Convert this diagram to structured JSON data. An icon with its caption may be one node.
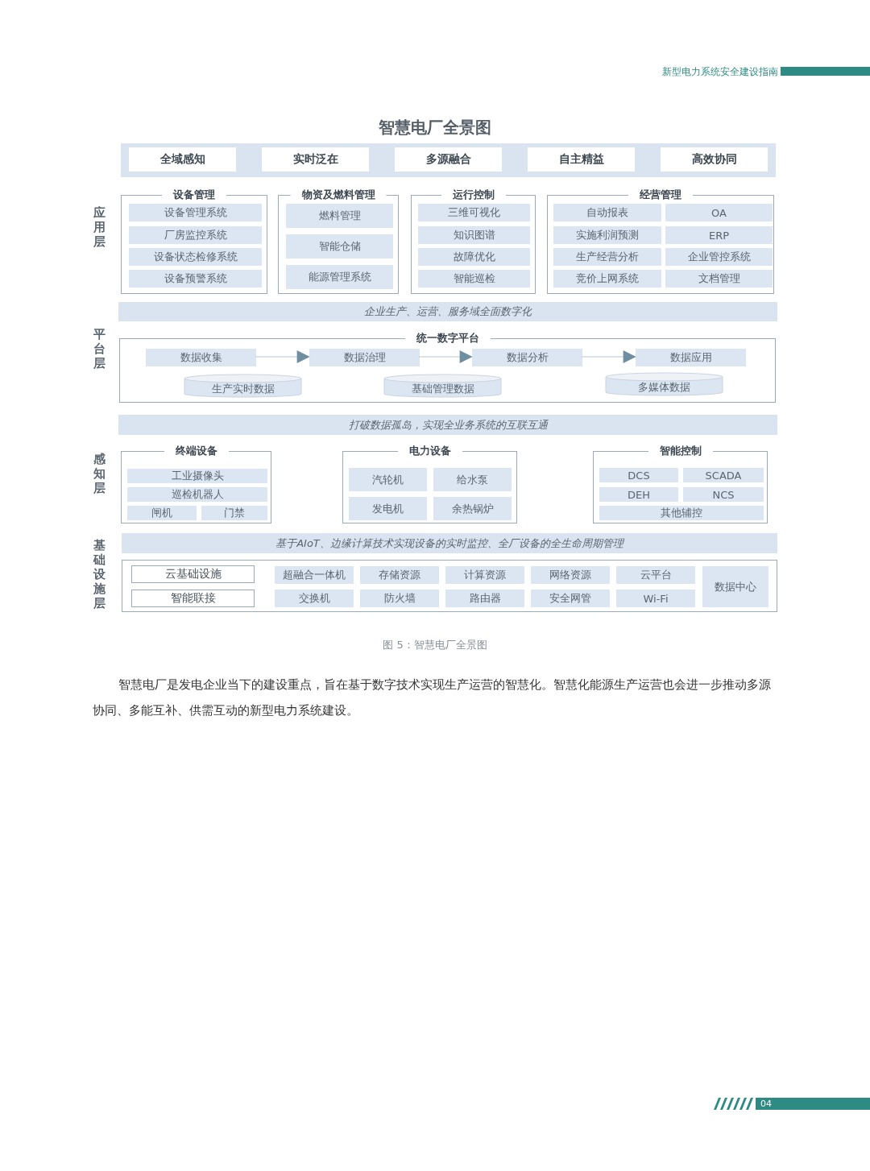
{
  "diagram": {
    "title": "智慧电厂全景图",
    "caption": "图 5：智慧电厂全景图",
    "nodes": [
      {
        "text": [],
        "shape": "bar"
      },
      {
        "text": [
          "全域感知"
        ],
        "in": 0
      },
      {
        "text": [
          "实时泛在"
        ],
        "in": 0
      },
      {
        "text": [
          "多源融合"
        ],
        "in": 0
      },
      {
        "text": [
          "自主精益"
        ],
        "in": 0
      },
      {
        "text": [
          "高效协同"
        ],
        "in": 0
      },
      {
        "text": [
          "设备管理"
        ]
      },
      {
        "text": [
          "设备管理系统"
        ],
        "in": 6
      },
      {
        "text": [
          "厂房监控系统"
        ],
        "in": 6
      },
      {
        "text": [
          "设备状态检修系统"
        ],
        "in": 6
      },
      {
        "text": [
          "设备预警系统"
        ],
        "in": 6
      },
      {
        "text": [
          "物资及燃料管理"
        ]
      },
      {
        "text": [
          "燃料管理"
        ],
        "in": 11
      },
      {
        "text": [
          "智能仓储"
        ],
        "in": 11
      },
      {
        "text": [
          "能源管理系统"
        ],
        "in": 11
      },
      {
        "text": [
          "运行控制"
        ]
      },
      {
        "text": [
          "三维可视化"
        ],
        "in": 15
      },
      {
        "text": [
          "知识图谱"
        ],
        "in": 15
      },
      {
        "text": [
          "故障优化"
        ],
        "in": 15
      },
      {
        "text": [
          "智能巡检"
        ],
        "in": 15
      },
      {
        "text": [
          "经营管理"
        ]
      },
      {
        "text": [
          "自动报表"
        ],
        "in": 20
      },
      {
        "text": [
          "OA"
        ],
        "in": 20
      },
      {
        "text": [
          "实施利润预测"
        ],
        "in": 20
      },
      {
        "text": [
          "ERP"
        ],
        "in": 20
      },
      {
        "text": [
          "生产经营分析"
        ],
        "in": 20
      },
      {
        "text": [
          "企业管控系统"
        ],
        "in": 20
      },
      {
        "text": [
          "竞价上网系统"
        ],
        "in": 20
      },
      {
        "text": [
          "文档管理"
        ],
        "in": 20
      },
      {
        "text": [
          "企业生产、运营、服务域全面数字化"
        ]
      },
      {
        "text": [
          "统一数字平台"
        ]
      },
      {
        "text": [
          "数据收集"
        ],
        "in": 30
      },
      {
        "text": [
          "数据治理"
        ],
        "in": 30
      },
      {
        "text": [
          "数据分析"
        ],
        "in": 30
      },
      {
        "text": [
          "数据应用"
        ],
        "in": 30
      },
      {
        "text": [
          "生产实时数据"
        ],
        "in": 30
      },
      {
        "text": [
          "基础管理数据"
        ],
        "in": 30
      },
      {
        "text": [
          "多媒体数据"
        ],
        "in": 30
      },
      {
        "text": [
          "打破数据孤岛，实现全业务系统的互联互通"
        ]
      },
      {
        "text": [
          "终端设备"
        ]
      },
      {
        "text": [
          "工业摄像头"
        ],
        "in": 39
      },
      {
        "text": [
          "巡检机器人"
        ],
        "in": 39
      },
      {
        "text": [
          "闸机"
        ],
        "in": 39
      },
      {
        "text": [
          "门禁"
        ],
        "in": 39
      },
      {
        "text": [
          "电力设备"
        ]
      },
      {
        "text": [
          "汽轮机"
        ],
        "in": 44
      },
      {
        "text": [
          "给水泵"
        ],
        "in": 44
      },
      {
        "text": [
          "发电机"
        ],
        "in": 44
      },
      {
        "text": [
          "余热锅炉"
        ],
        "in": 44
      },
      {
        "text": [
          "智能控制"
        ]
      },
      {
        "text": [
          "DCS"
        ],
        "in": 49
      },
      {
        "text": [
          "SCADA"
        ],
        "in": 49
      },
      {
        "text": [
          "DEH"
        ],
        "in": 49
      },
      {
        "text": [
          "NCS"
        ],
        "in": 49
      },
      {
        "text": [
          "其他辅控"
        ],
        "in": 49
      },
      {
        "text": [
          "基于AIoT、边缘计算技术实现设备的实时监控、全厂设备的全生命周期管理"
        ]
      },
      {
        "text": [],
        "shape": "box"
      },
      {
        "text": [
          "云基础设施"
        ],
        "in": 56
      },
      {
        "text": [
          "智能联接"
        ],
        "in": 56
      },
      {
        "text": [
          "超融合一体机"
        ],
        "in": 56
      },
      {
        "text": [
          "存储资源"
        ],
        "in": 56
      },
      {
        "text": [
          "计算资源"
        ],
        "in": 56
      },
      {
        "text": [
          "网络资源"
        ],
        "in": 56
      },
      {
        "text": [
          "云平台"
        ],
        "in": 56
      },
      {
        "text": [
          "交换机"
        ],
        "in": 56
      },
      {
        "text": [
          "防火墙"
        ],
        "in": 56
      },
      {
        "text": [
          "路由器"
        ],
        "in": 56
      },
      {
        "text": [
          "安全网管"
        ],
        "in": 56
      },
      {
        "text": [
          "Wi-Fi"
        ],
        "in": 56
      },
      {
        "text": [
          "数据中心"
        ],
        "in": 56
      }
    ],
    "edges": [
      {
        "from": 31,
        "to": 32,
        "arrow": "to"
      },
      {
        "from": 32,
        "to": 33,
        "arrow": "to"
      },
      {
        "from": 33,
        "to": 34,
        "arrow": "to"
      }
    ],
    "labels": [
      "新型电力系统安全建设指南",
      "应用层",
      "平台层",
      "感知层",
      "基础设施层",
      "智慧电厂是发电企业当下的建设重点，旨在基于数字技术实现生产运营的智慧化。智慧化能源生产运营也会进一步推动多源协同、多能互补、供需互动的新型电力系统建设。",
      "04"
    ]
  }
}
